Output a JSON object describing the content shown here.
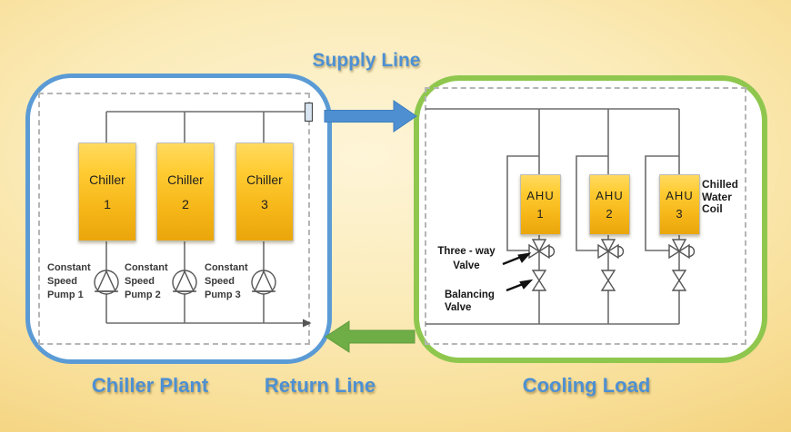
{
  "lines": {
    "supply": "Supply Line",
    "return": "Return Line"
  },
  "plant": {
    "title": "Chiller Plant",
    "chillers": [
      {
        "name": "Chiller",
        "num": "1"
      },
      {
        "name": "Chiller",
        "num": "2"
      },
      {
        "name": "Chiller",
        "num": "3"
      }
    ],
    "pumps": [
      {
        "l1": "Constant",
        "l2": "Speed",
        "l3": "Pump 1"
      },
      {
        "l1": "Constant",
        "l2": "Speed",
        "l3": "Pump 2"
      },
      {
        "l1": "Constant",
        "l2": "Speed",
        "l3": "Pump 3"
      }
    ]
  },
  "load": {
    "title": "Cooling Load",
    "ahus": [
      {
        "name": "AHU",
        "num": "1"
      },
      {
        "name": "AHU",
        "num": "2"
      },
      {
        "name": "AHU",
        "num": "3"
      }
    ],
    "coil": {
      "l1": "Chilled",
      "l2": "Water",
      "l3": "Coil"
    },
    "three_way": {
      "l1": "Three - way",
      "l2": "Valve"
    },
    "balancing": {
      "l1": "Balancing",
      "l2": "Valve"
    }
  },
  "colors": {
    "accent_blue": "#5B9BD5",
    "accent_green": "#8FC74E",
    "arrow_blue": "#4E8FD1",
    "arrow_green": "#6FAD47",
    "equipment_gold_top": "#FFD95E",
    "equipment_gold_bottom": "#EAA60B",
    "pipe_gray": "#6d6d6d",
    "title_blue": "#4E90D2"
  }
}
